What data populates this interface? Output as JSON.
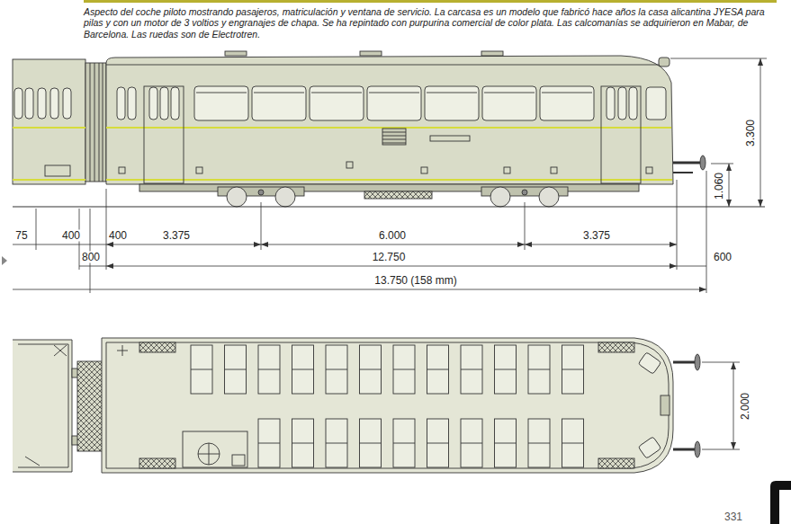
{
  "diagram": {
    "caption": "Aspecto del coche piloto mostrando pasajeros, matriculación y ventana de servicio. La carcasa es un modelo que fabricó hace años la casa alicantina JYESA para pilas y con un motor de 3 voltios y engranajes de chapa. Se ha repintado con purpurina comercial de color plata. Las calcomanías se adquirieron en Mabar, de Barcelona. Las ruedas son de Electrotren.",
    "labels": [
      "75",
      "400",
      "400",
      "3.375",
      "6.000",
      "3.375",
      "800",
      "12.750",
      "600",
      "13.750 (158 mm)",
      "3.300",
      "1.060",
      "2.000",
      "331"
    ]
  }
}
